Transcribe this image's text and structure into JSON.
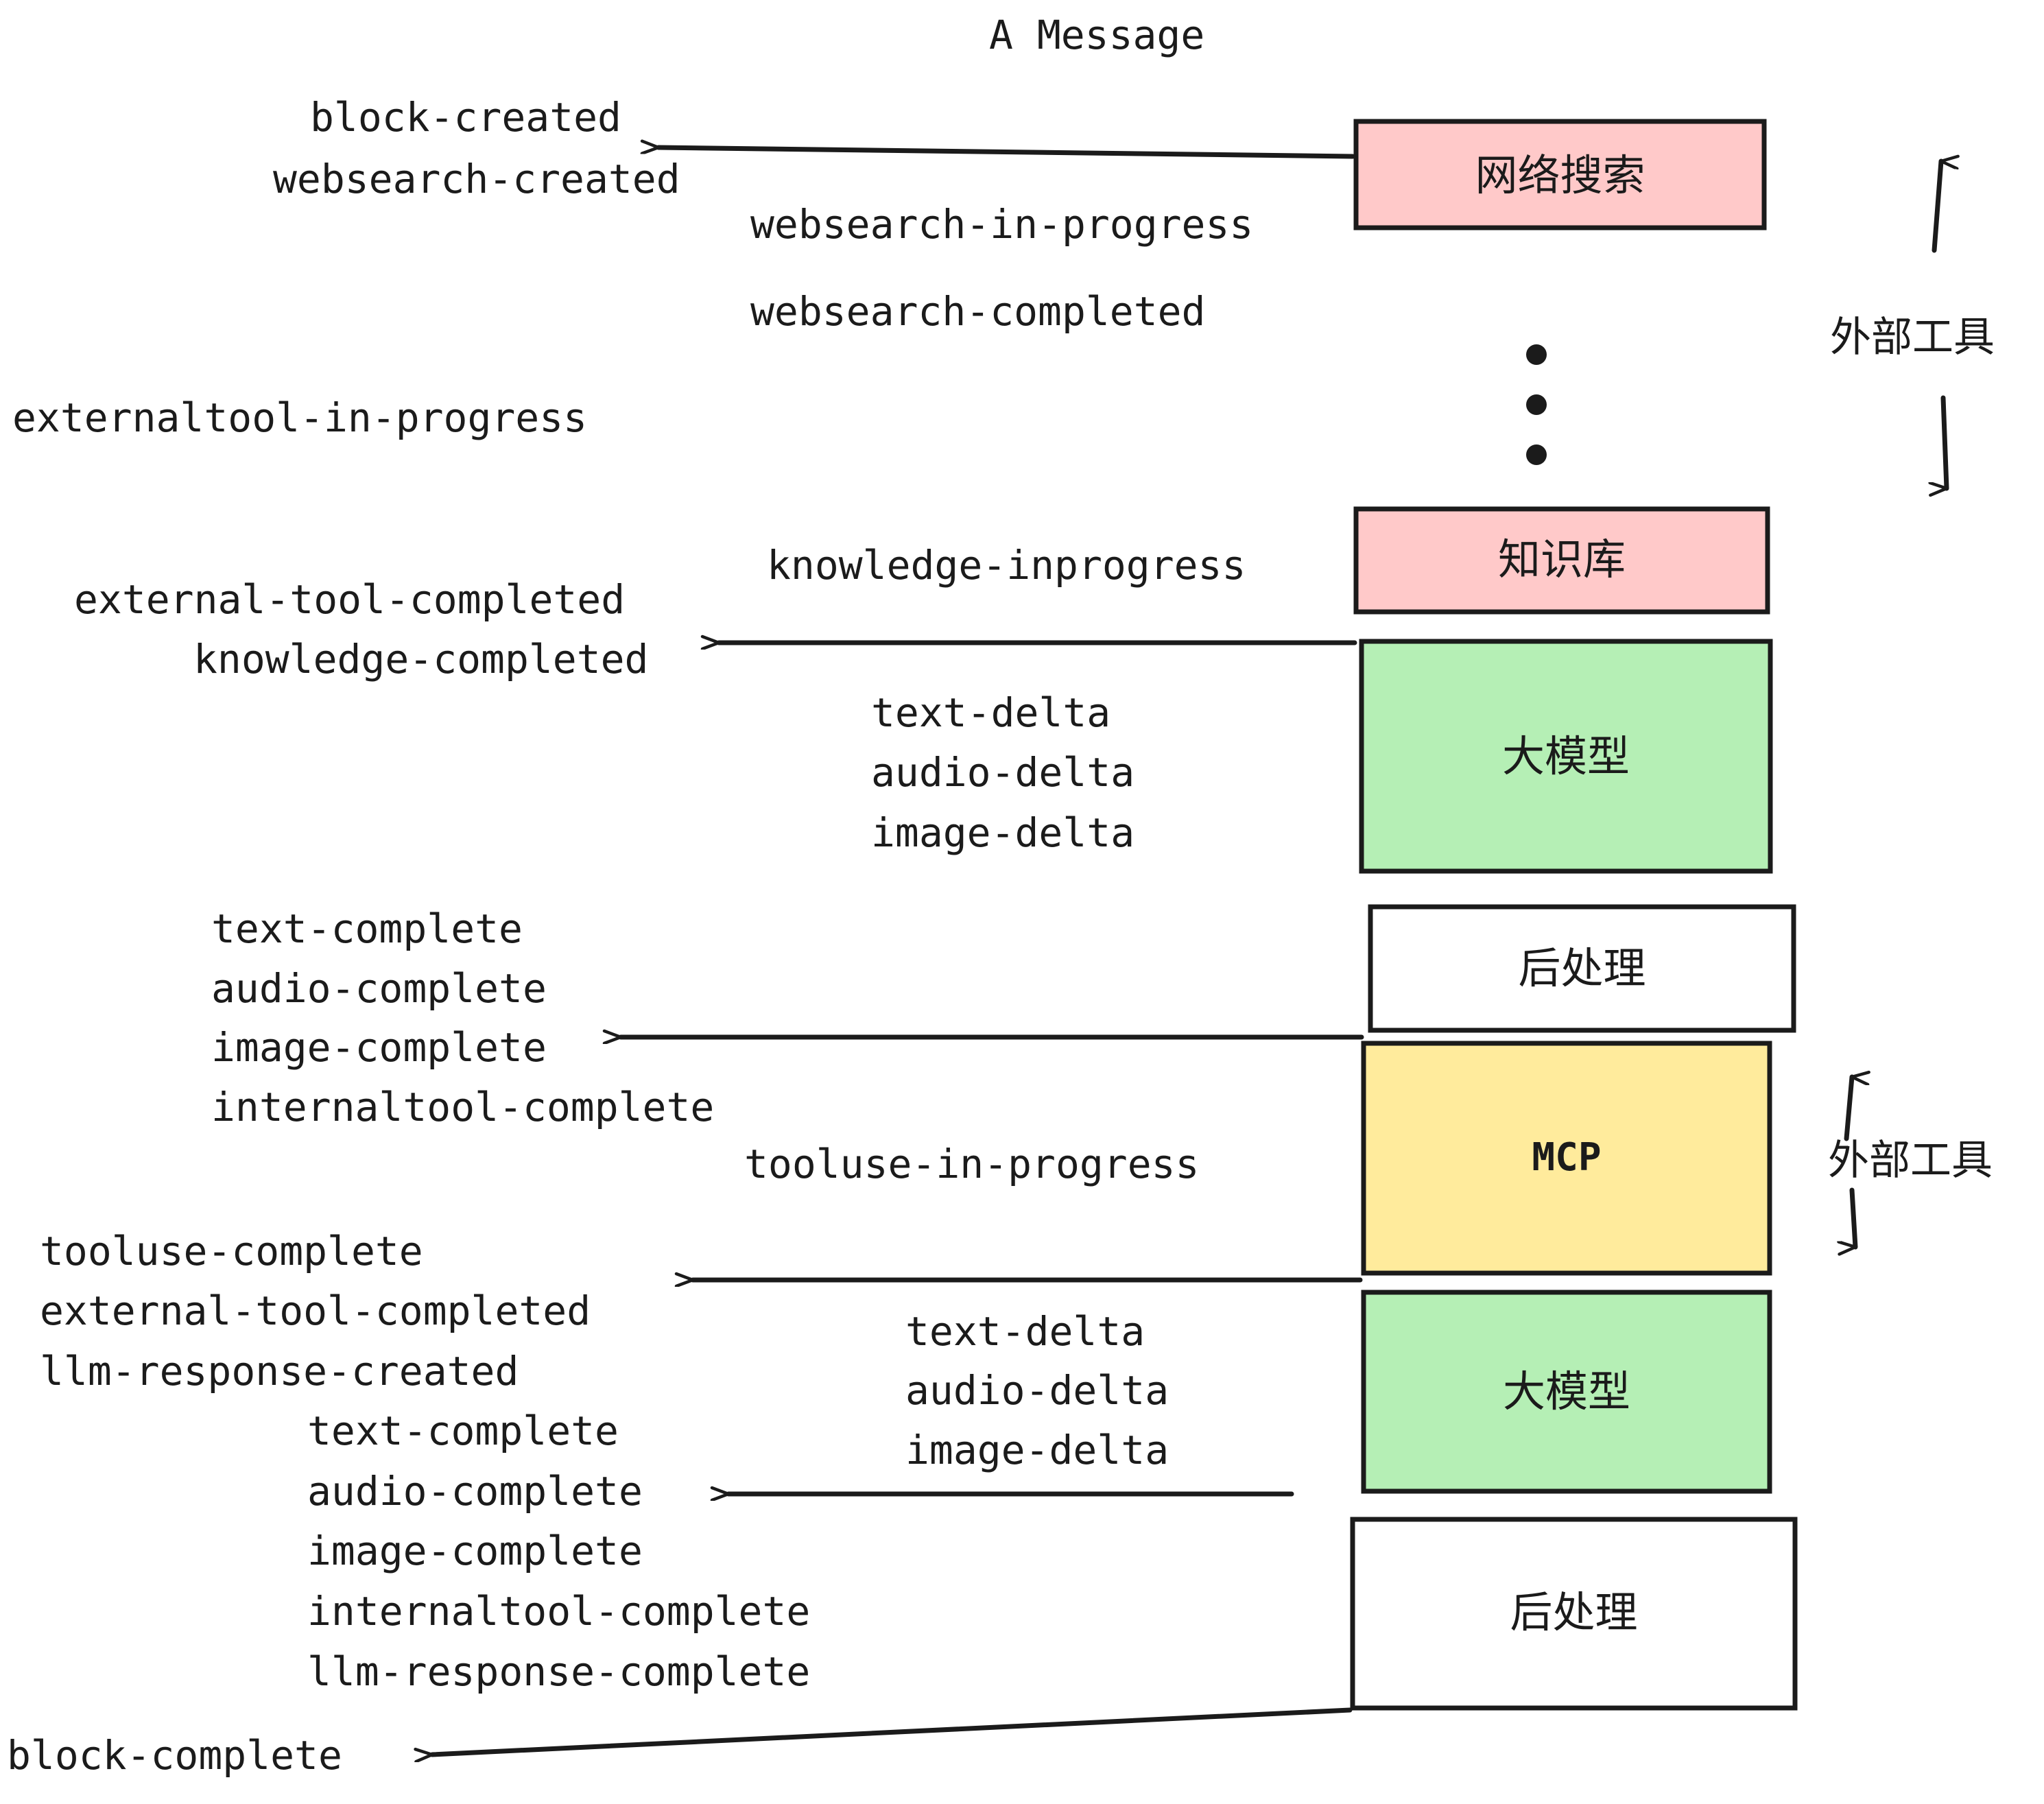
{
  "diagram": {
    "title": "A Message",
    "colors": {
      "pink": "#FFC9C9",
      "green": "#B5EFB5",
      "yellow": "#FFEB9C",
      "white": "#FFFFFF",
      "stroke": "#1B1B1B",
      "background": "#FFFFFF"
    },
    "boxes": [
      {
        "label": "网络搜索",
        "fill": "pink"
      },
      {
        "label": "知识库",
        "fill": "pink"
      },
      {
        "label": "大模型",
        "fill": "green"
      },
      {
        "label": "后处理",
        "fill": "white"
      },
      {
        "label": "MCP",
        "fill": "yellow"
      },
      {
        "label": "大模型",
        "fill": "green"
      },
      {
        "label": "后处理",
        "fill": "white"
      }
    ],
    "side_labels": [
      {
        "text": "外部工具"
      },
      {
        "text": "外部工具"
      }
    ],
    "events": [
      {
        "text": "block-created"
      },
      {
        "text": "websearch-created"
      },
      {
        "text": "websearch-in-progress"
      },
      {
        "text": "websearch-completed"
      },
      {
        "text": "externaltool-in-progress"
      },
      {
        "text": "knowledge-inprogress"
      },
      {
        "text": "external-tool-completed"
      },
      {
        "text": "knowledge-completed"
      },
      {
        "text": "text-delta"
      },
      {
        "text": "audio-delta"
      },
      {
        "text": "image-delta"
      },
      {
        "text": "text-complete"
      },
      {
        "text": "audio-complete"
      },
      {
        "text": "image-complete"
      },
      {
        "text": "internaltool-complete"
      },
      {
        "text": "tooluse-in-progress"
      },
      {
        "text": "tooluse-complete"
      },
      {
        "text": "external-tool-completed"
      },
      {
        "text": "llm-response-created"
      },
      {
        "text": "text-delta"
      },
      {
        "text": "audio-delta"
      },
      {
        "text": "image-delta"
      },
      {
        "text": "text-complete"
      },
      {
        "text": "audio-complete"
      },
      {
        "text": "image-complete"
      },
      {
        "text": "internaltool-complete"
      },
      {
        "text": "llm-response-complete"
      },
      {
        "text": "block-complete"
      }
    ],
    "ellipsis_dots": 3
  }
}
